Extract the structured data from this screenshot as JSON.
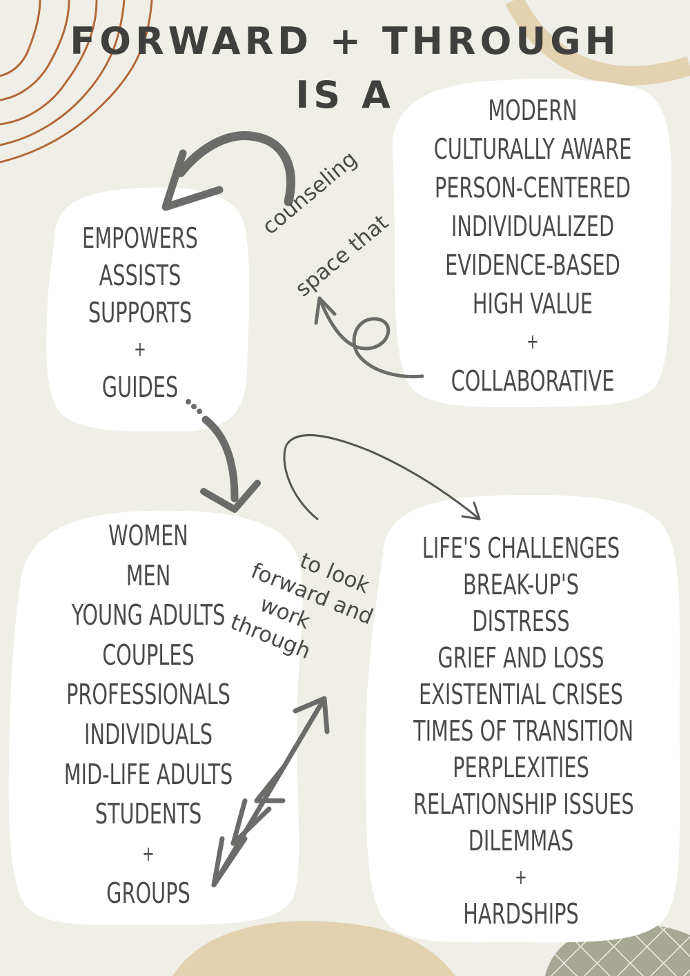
{
  "title": {
    "line1": "FORWARD + THROUGH",
    "line2": "IS A"
  },
  "qualities": {
    "items": [
      "MODERN",
      "CULTURALLY AWARE",
      "PERSON-CENTERED",
      "INDIVIDUALIZED",
      "EVIDENCE-BASED",
      "HIGH VALUE"
    ],
    "plus": "+",
    "last": "COLLABORATIVE"
  },
  "connector_counseling": {
    "line1": "counseling",
    "line2": "space that"
  },
  "actions": {
    "items": [
      "EMPOWERS",
      "ASSISTS",
      "SUPPORTS"
    ],
    "plus": "+",
    "last": "GUIDES"
  },
  "clients": {
    "items": [
      "WOMEN",
      "MEN",
      "YOUNG ADULTS",
      "COUPLES",
      "PROFESSIONALS",
      "INDIVIDUALS",
      "MID-LIFE ADULTS",
      "STUDENTS"
    ],
    "plus": "+",
    "last": "GROUPS"
  },
  "connector_forward": {
    "line1": "to look",
    "line2": "forward and",
    "line3": "work",
    "line4": "through"
  },
  "challenges": {
    "items": [
      "LIFE'S CHALLENGES",
      "BREAK-UP'S",
      "DISTRESS",
      "GRIEF AND LOSS",
      "EXISTENTIAL CRISES",
      "TIMES OF TRANSITION",
      "PERPLEXITIES",
      "RELATIONSHIP ISSUES",
      "DILEMMAS"
    ],
    "plus": "+",
    "last": "HARDSHIPS"
  },
  "colors": {
    "background": "#f0efe7",
    "blob": "#ffffff",
    "text": "#4a4a48",
    "topo_lines": "#b2683a",
    "sand": "#e2d2b0",
    "sage": "#a7a893",
    "arrow": "#6b6b69"
  }
}
